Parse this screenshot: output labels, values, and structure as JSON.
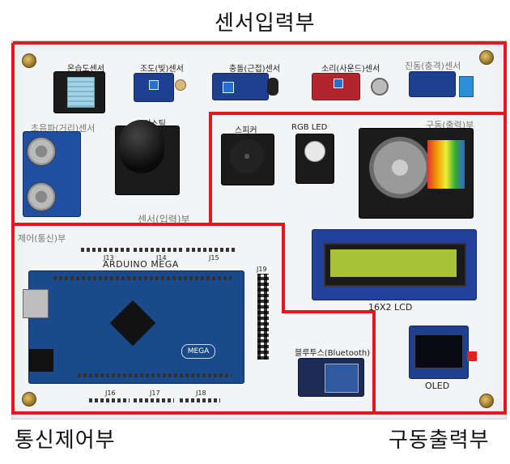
{
  "section_labels": {
    "sensor_input": "센서입력부",
    "comm_control": "통신제어부",
    "drive_output": "구동출력부"
  },
  "sensor_modules": {
    "temp_humidity": "온습도센서",
    "light": "조도(빛)센서",
    "collision": "충돌(근접)센서",
    "sound": "소리(사운드)센서",
    "vibration": "진동(충격)센서",
    "ultrasonic": "초음파(거리)센서",
    "joystick": "조이스틱"
  },
  "board_silkscreen": {
    "sensor_input": "센서(입력)부",
    "control_comm": "제어(통신)부",
    "drive_output": "구동(출력)부"
  },
  "output_modules": {
    "speaker": "스피커",
    "rgb_led": "RGB LED",
    "lcd": "16X2 LCD",
    "oled": "OLED"
  },
  "control_modules": {
    "arduino": "ARDUINO MEGA",
    "mega_logo": "MEGA",
    "bluetooth": "블루투스(Bluetooth)",
    "headers": [
      "J13",
      "J14",
      "J15",
      "J16",
      "J17",
      "J18",
      "J19"
    ]
  },
  "colors": {
    "outline_red": "#e5161c",
    "arduino_blue": "#1a4a8c",
    "lcd_green": "#a9c23a"
  }
}
